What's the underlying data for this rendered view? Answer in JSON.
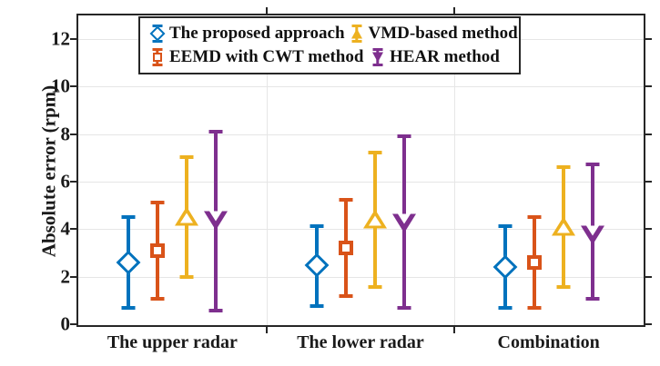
{
  "chart_data": {
    "type": "scatter",
    "title": "",
    "xlabel": "",
    "ylabel": "Absolute error (rpm)",
    "categories": [
      "The upper radar",
      "The lower radar",
      "Combination"
    ],
    "ylim": [
      0,
      13
    ],
    "yticks": [
      0,
      2,
      4,
      6,
      8,
      10,
      12
    ],
    "ytick_labels": [
      "0",
      "2",
      "4",
      "6",
      "8",
      "10",
      "12"
    ],
    "grid": true,
    "legend_position": "top-center",
    "series": [
      {
        "name": "The proposed approach",
        "color": "#0072BD",
        "marker": "diamond",
        "values": [
          2.6,
          2.5,
          2.4
        ],
        "lower": [
          0.6,
          0.7,
          0.6
        ],
        "upper": [
          4.6,
          4.2,
          4.2
        ]
      },
      {
        "name": "EEMD with CWT method",
        "color": "#D95319",
        "marker": "square",
        "values": [
          3.1,
          3.2,
          2.6
        ],
        "lower": [
          1.0,
          1.1,
          0.6
        ],
        "upper": [
          5.2,
          5.3,
          4.6
        ]
      },
      {
        "name": "VMD-based method",
        "color": "#EDB120",
        "marker": "triangle-up",
        "values": [
          4.5,
          4.4,
          4.1
        ],
        "lower": [
          1.9,
          1.5,
          1.5
        ],
        "upper": [
          7.1,
          7.3,
          6.7
        ]
      },
      {
        "name": "HEAR method",
        "color": "#7E2F8E",
        "marker": "triangle-down",
        "values": [
          4.4,
          4.3,
          3.8
        ],
        "lower": [
          0.5,
          0.6,
          1.0
        ],
        "upper": [
          8.2,
          8.0,
          6.8
        ]
      }
    ]
  }
}
